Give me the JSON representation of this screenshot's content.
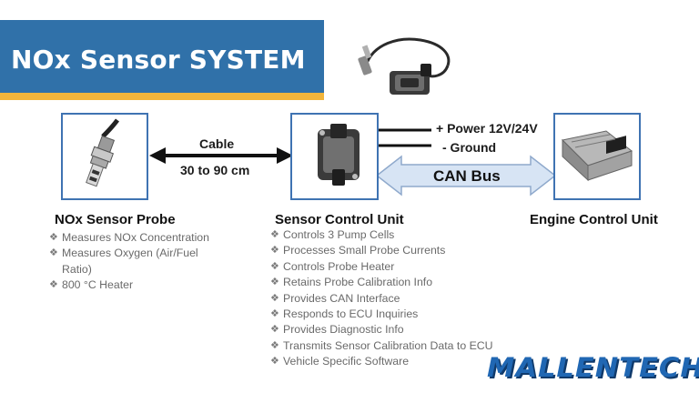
{
  "title": "NOx Sensor SYSTEM",
  "probe": {
    "title": "NOx Sensor Probe",
    "bullets": [
      "Measures NOx Concentration",
      "Measures Oxygen (Air/Fuel",
      "Ratio)",
      "800 °C Heater"
    ]
  },
  "scu": {
    "title": "Sensor Control Unit",
    "bullets": [
      "Controls 3 Pump Cells",
      "Processes Small Probe Currents",
      "Controls Probe Heater",
      "Retains Probe Calibration Info",
      "Provides CAN Interface",
      "Responds to ECU Inquiries",
      "Provides Diagnostic Info",
      "Transmits Sensor Calibration Data to ECU",
      "Vehicle Specific Software"
    ]
  },
  "ecu": {
    "title": "Engine Control Unit"
  },
  "cable": {
    "label": "Cable",
    "length": "30 to 90 cm"
  },
  "power": {
    "line1": "+ Power 12V/24V",
    "line2": "- Ground"
  },
  "can_bus": {
    "label": "CAN Bus"
  },
  "brand": "MALLENTECH",
  "colors": {
    "banner": "#3071a9",
    "stripe": "#f2b53b",
    "box_border": "#3f73b2",
    "can_arrow_fill": "#d7e4f4",
    "logo": "#2067b3"
  }
}
